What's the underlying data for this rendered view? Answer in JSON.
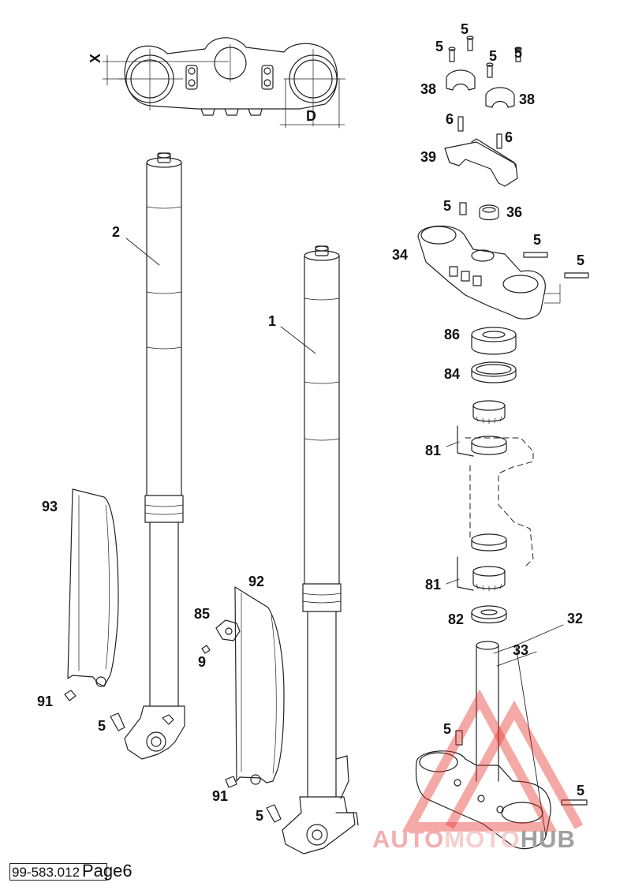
{
  "dimensions": {
    "x": "X",
    "d": "D"
  },
  "labels": {
    "n5_a": "5",
    "n5_b": "5",
    "n5_c": "5",
    "n5_d": "5",
    "n38_l": "38",
    "n38_r": "38",
    "n6_l": "6",
    "n6_r": "6",
    "n39": "39",
    "n5_e": "5",
    "n36": "36",
    "n5_f": "5",
    "n34": "34",
    "n5_g": "5",
    "n86": "86",
    "n84": "84",
    "n81_top": "81",
    "n81_bot": "81",
    "n82": "82",
    "n32": "32",
    "n33": "33",
    "n5_h": "5",
    "n5_i": "5",
    "n2": "2",
    "n1": "1",
    "n93": "93",
    "n91_l": "91",
    "n5_j": "5",
    "n92": "92",
    "n85": "85",
    "n9": "9",
    "n91_r": "91",
    "n5_k": "5"
  },
  "footer": {
    "code": "99-583.012",
    "page": "Page6"
  },
  "watermark": {
    "part1": "AUTO",
    "part2": "MOTO",
    "part3": "HUB"
  },
  "colors": {
    "line": "#222222",
    "watermark_red": "#e8322e",
    "watermark_gray": "#a0a0a0"
  }
}
